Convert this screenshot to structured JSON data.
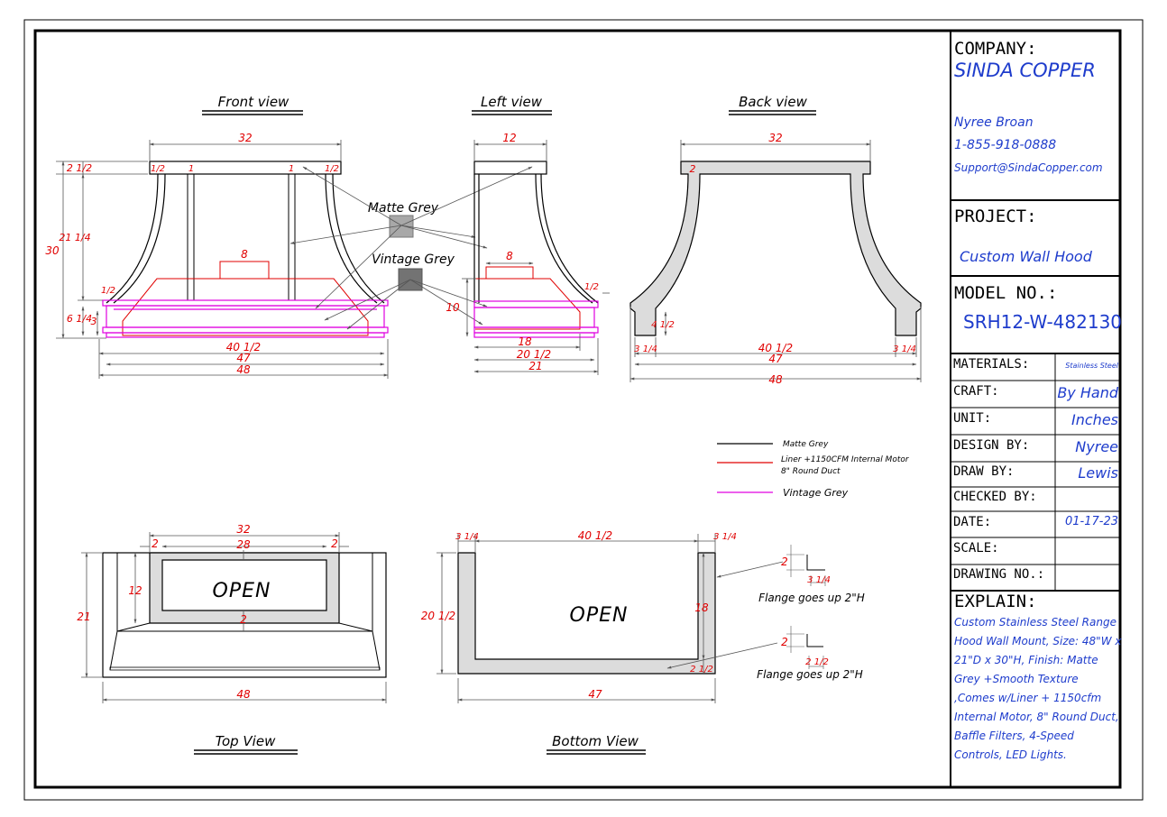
{
  "views": {
    "front": "Front view",
    "left": "Left view",
    "back": "Back view",
    "top": "Top View",
    "bottom": "Bottom View"
  },
  "finishes": {
    "matte": "Matte Grey",
    "vintage": "Vintage Grey"
  },
  "legend": {
    "matte": "Matte Grey",
    "liner_1": "Liner +1150CFM Internal Motor",
    "liner_2": "8\" Round Duct",
    "vintage": "Vintage Grey"
  },
  "dimensions": {
    "front": {
      "top_width": "32",
      "duct": "8",
      "inner_1": "1/2",
      "inner_2": "1",
      "top_height": "2 1/2",
      "side_height": "21 1/4",
      "total_height": "30",
      "skirt_step": "1/2",
      "skirt": "6 1/4",
      "skirt_inner": "3",
      "w_40": "40 1/2",
      "w_47": "47",
      "w_48": "48"
    },
    "left": {
      "top_width": "12",
      "duct": "8",
      "liner_h": "10",
      "side": "1/2",
      "w_18": "18",
      "w_20": "20 1/2",
      "w_21": "21"
    },
    "back": {
      "top_width": "32",
      "top_th": "2",
      "foot_h": "4 1/2",
      "foot_l": "3 1/4",
      "foot_r": "3 1/4",
      "w_40": "40 1/2",
      "w_47": "47",
      "w_48": "48"
    },
    "top": {
      "w_32": "32",
      "w_28": "28",
      "l_2": "2",
      "r_2": "2",
      "depth_12": "12",
      "bottom_2": "2",
      "depth_21": "21",
      "w_48": "48",
      "open": "OPEN"
    },
    "bottom": {
      "l_34": "3 1/4",
      "w_40": "40 1/2",
      "r_34": "3 1/4",
      "depth_20": "20 1/2",
      "depth_18": "18",
      "b_2": "2 1/2",
      "w_47": "47",
      "open": "OPEN"
    }
  },
  "flange": {
    "note_1": "Flange goes up 2\"H",
    "note_2": "Flange goes up 2\"H",
    "h1": "2",
    "w1": "3 1/4",
    "h2": "2",
    "w2": "2 1/2"
  },
  "title_block": {
    "company_label": "COMPANY:",
    "company": "SINDA COPPER",
    "contact_name": "Nyree Broan",
    "phone": "1-855-918-0888",
    "email": "Support@SindaCopper.com",
    "project_label": "PROJECT:",
    "project": "Custom Wall Hood",
    "model_label": "MODEL NO.:",
    "model": "SRH12-W-482130",
    "rows": [
      {
        "label": "MATERIALS:",
        "value": "Stainless Steel"
      },
      {
        "label": "CRAFT:",
        "value": "By Hand"
      },
      {
        "label": "UNIT:",
        "value": "Inches"
      },
      {
        "label": "DESIGN BY:",
        "value": "Nyree"
      },
      {
        "label": "DRAW BY:",
        "value": "Lewis"
      },
      {
        "label": "CHECKED BY:",
        "value": ""
      },
      {
        "label": "DATE:",
        "value": "01-17-23"
      },
      {
        "label": "SCALE:",
        "value": ""
      },
      {
        "label": "DRAWING NO.:",
        "value": ""
      }
    ],
    "explain_label": "EXPLAIN:",
    "explain": "Custom Stainless Steel Range Hood Wall Mount, Size: 48\"W x 21\"D x 30\"H, Finish: Matte Grey +Smooth Texture ,Comes w/Liner + 1150cfm Internal Motor, 8\" Round Duct, Baffle Filters, 4-Speed Controls, LED Lights."
  },
  "colors": {
    "dim": "#e00000",
    "liner": "#e00000",
    "vintage": "#e000e0",
    "blue": "#1e3ccc",
    "fill": "#dcdcdc"
  }
}
